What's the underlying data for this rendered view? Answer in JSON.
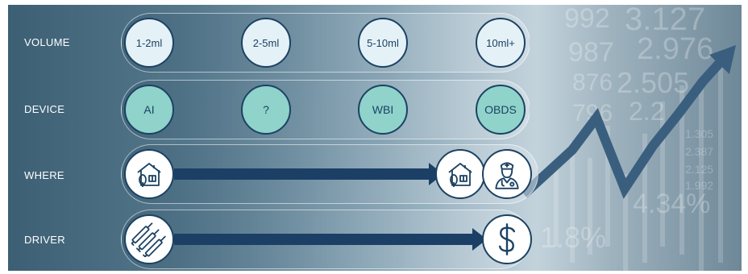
{
  "rows": {
    "volume": {
      "label": "VOLUME",
      "items": [
        "1-2ml",
        "2-5ml",
        "5-10ml",
        "10ml+"
      ]
    },
    "device": {
      "label": "DEVICE",
      "items": [
        "AI",
        "?",
        "WBI",
        "OBDS"
      ]
    },
    "where": {
      "label": "WHERE",
      "start_icon": "house-icon",
      "end_icons": [
        "house-icon",
        "doctor-icon"
      ]
    },
    "driver": {
      "label": "DRIVER",
      "start_icon": "syringes-icon",
      "end_icon": "dollar-icon"
    }
  },
  "background": {
    "numbers": [
      "992",
      "3.127",
      "987",
      "2.976",
      "876",
      "2.505",
      "796",
      "2.2",
      "1.305",
      "2.387",
      "2.125",
      "1.992",
      "4.34%",
      "1.8%"
    ]
  },
  "colors": {
    "panel_dark": "#3c5f74",
    "bubble_border": "#1c4263",
    "device_fill": "#8fd3cb",
    "volume_fill": "#e4f1f7",
    "arrow": "#1c3f66"
  }
}
